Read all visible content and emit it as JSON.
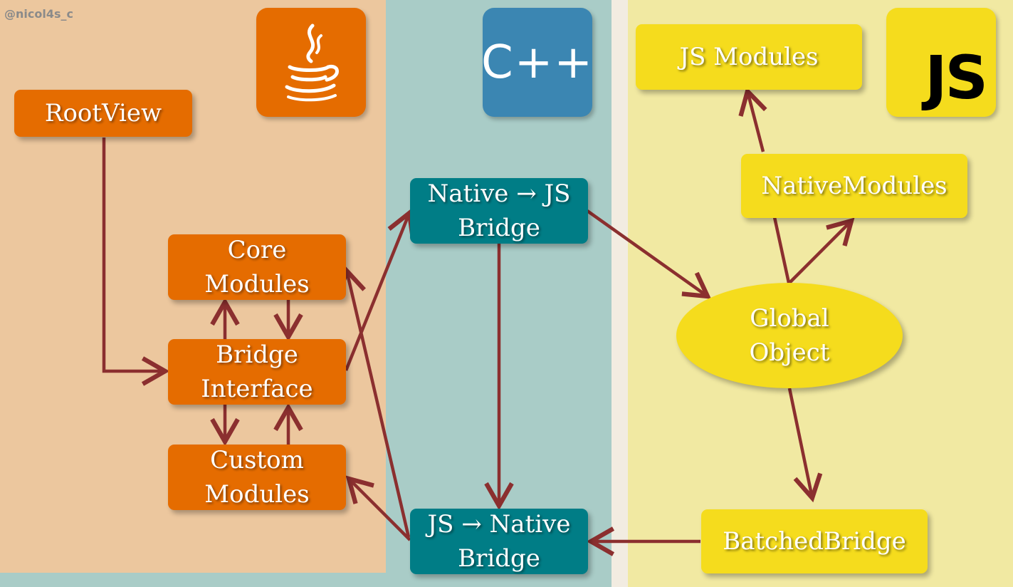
{
  "watermark": "@nicol4s_c",
  "logos": {
    "java": "coffee-cup-icon",
    "cpp": "C++",
    "js": "JS"
  },
  "nodes": {
    "rootview": "RootView",
    "core_modules": "Core\nModules",
    "bridge_interface": "Bridge\nInterface",
    "custom_modules": "Custom\nModules",
    "native_to_js_bridge": "Native → JS\nBridge",
    "js_to_native_bridge": "JS → Native\nBridge",
    "js_modules": "JS Modules",
    "native_modules": "NativeModules",
    "global_object": "Global\nObject",
    "batched_bridge": "BatchedBridge"
  },
  "colors": {
    "java_zone": "#ecc79e",
    "cpp_zone": "#a9ccc7",
    "js_zone": "#f1e9a2",
    "orange_node": "#e56c00",
    "teal_node": "#007d86",
    "yellow_node": "#f5dc1d",
    "arrow": "#8b2f2f"
  }
}
